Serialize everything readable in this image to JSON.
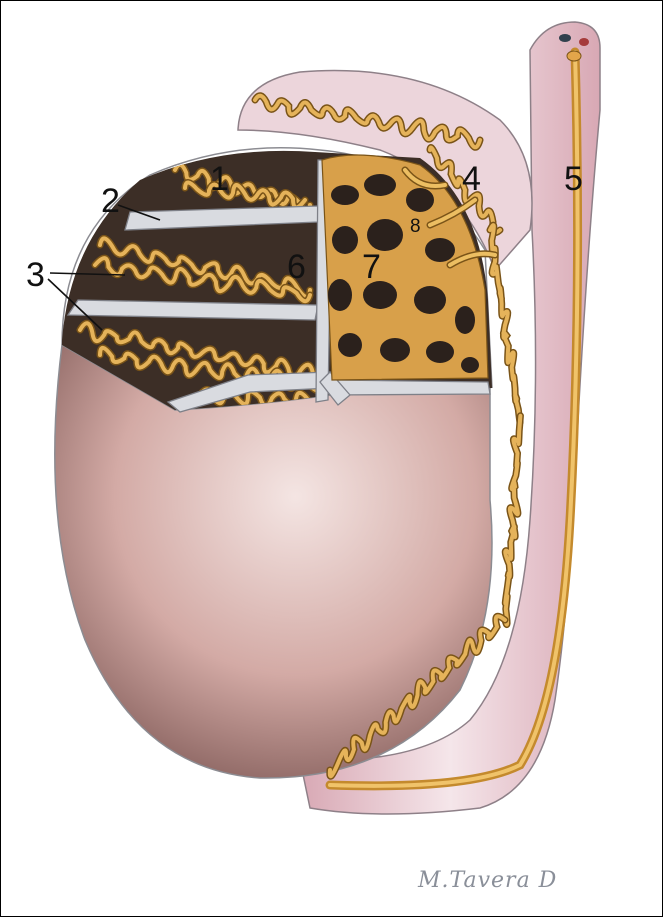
{
  "labels": {
    "l1": "1",
    "l2": "2",
    "l3": "3",
    "l4": "4",
    "l5": "5",
    "l6": "6",
    "l7": "7",
    "l8": "8"
  },
  "signature": "M.Tavera D",
  "colors": {
    "tubule": "#e5b35a",
    "tubule_outline": "#7a5418",
    "cavity": "#3a2c24",
    "septum": "#d9dbe0",
    "tunica": "#c79a95",
    "duct_sheath": "#ead6db"
  }
}
